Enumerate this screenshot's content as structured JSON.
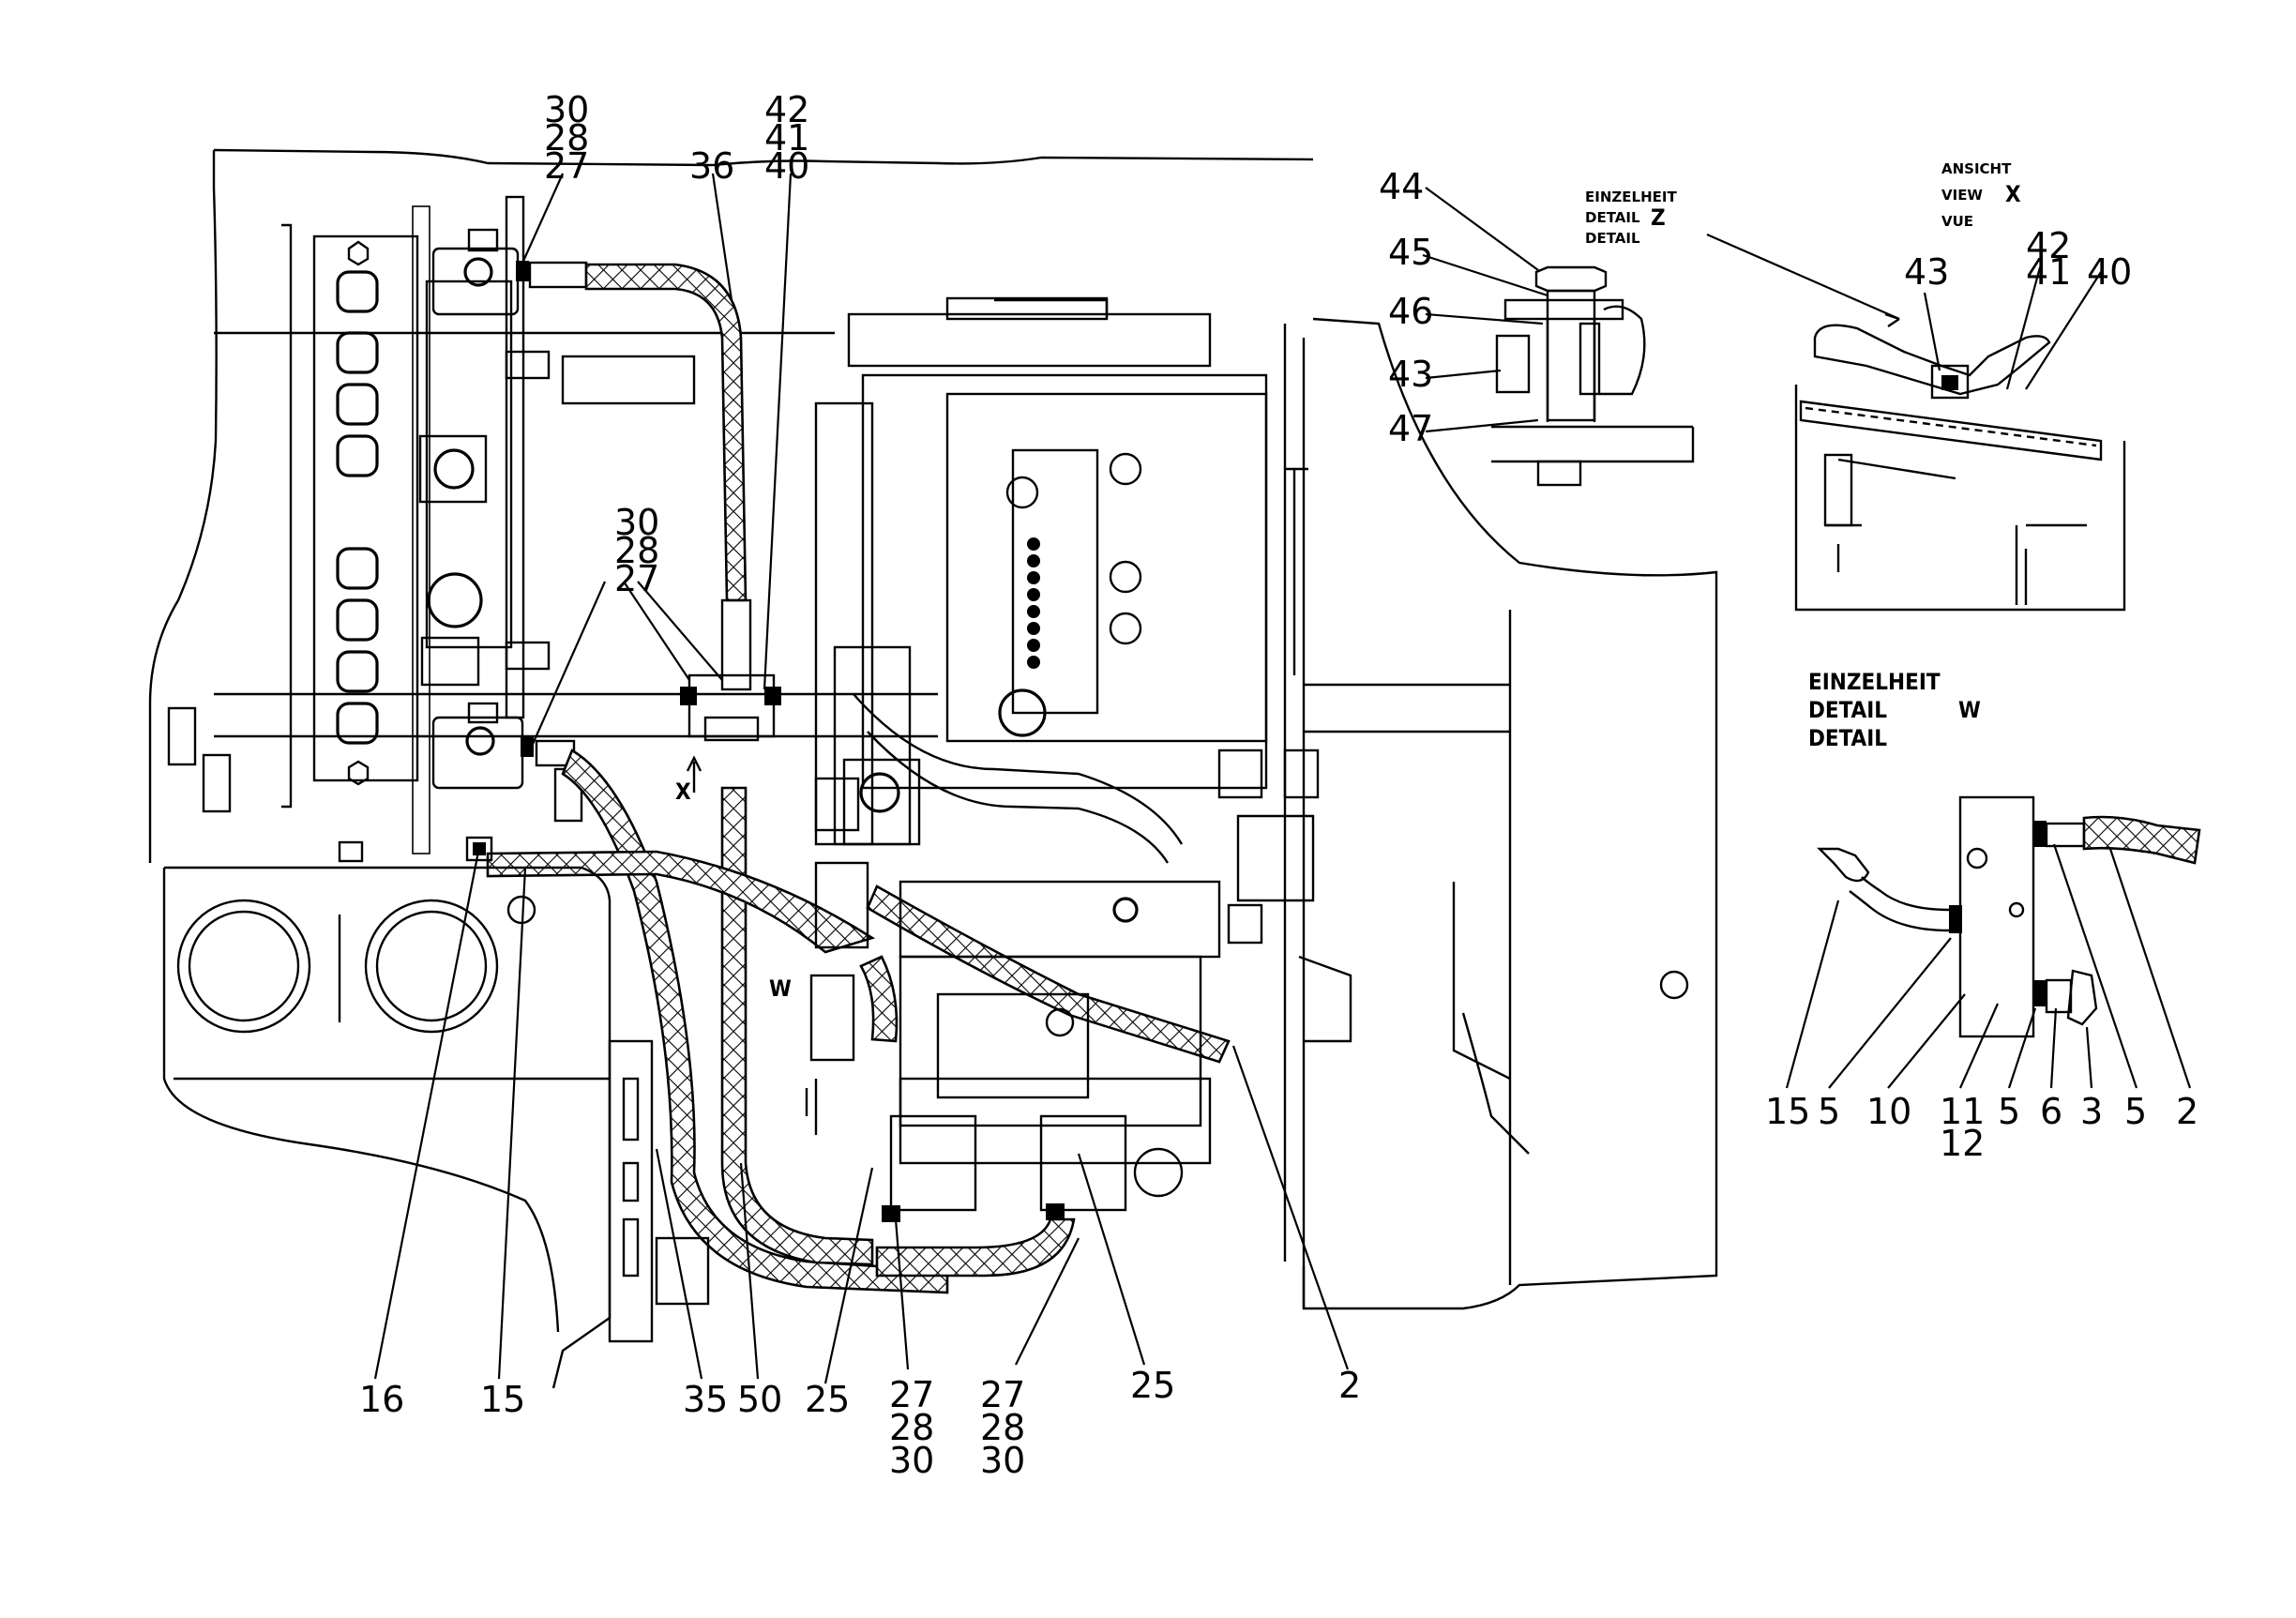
{
  "drawing": {
    "main_callouts": [
      {
        "id": "c-top-left",
        "lines": [
          "30",
          "28",
          "27"
        ]
      },
      {
        "id": "c-top-mid",
        "lines": [
          "42",
          "41",
          "40"
        ]
      },
      {
        "id": "c-36",
        "lines": [
          "36"
        ]
      },
      {
        "id": "c-mid-left",
        "lines": [
          "30",
          "28",
          "27"
        ]
      },
      {
        "id": "c-16",
        "lines": [
          "16"
        ]
      },
      {
        "id": "c-15",
        "lines": [
          "15"
        ]
      },
      {
        "id": "c-35",
        "lines": [
          "35"
        ]
      },
      {
        "id": "c-50",
        "lines": [
          "50"
        ]
      },
      {
        "id": "c-25a",
        "lines": [
          "25"
        ]
      },
      {
        "id": "c-bottom-a",
        "lines": [
          "27",
          "28",
          "30"
        ]
      },
      {
        "id": "c-bottom-b",
        "lines": [
          "27",
          "28",
          "30"
        ]
      },
      {
        "id": "c-25b",
        "lines": [
          "25"
        ]
      },
      {
        "id": "c-2",
        "lines": [
          "2"
        ]
      }
    ],
    "view_marks": {
      "x_arrow": "X",
      "w_mark": "W"
    },
    "detail_z": {
      "caption": [
        "EINZELHEIT",
        "DETAIL",
        "DETAIL"
      ],
      "letter": "Z",
      "callouts": [
        "44",
        "45",
        "46",
        "43",
        "47"
      ]
    },
    "view_x": {
      "caption": [
        "ANSICHT",
        "VIEW",
        "VUE"
      ],
      "letter": "X",
      "callouts": [
        "43",
        "42",
        "41",
        "40"
      ]
    },
    "detail_w": {
      "caption": [
        "EINZELHEIT",
        "DETAIL",
        "DETAIL"
      ],
      "letter": "W",
      "callouts": [
        "15",
        "5",
        "10",
        "11",
        "12",
        "5",
        "6",
        "3",
        "5",
        "2"
      ]
    }
  }
}
